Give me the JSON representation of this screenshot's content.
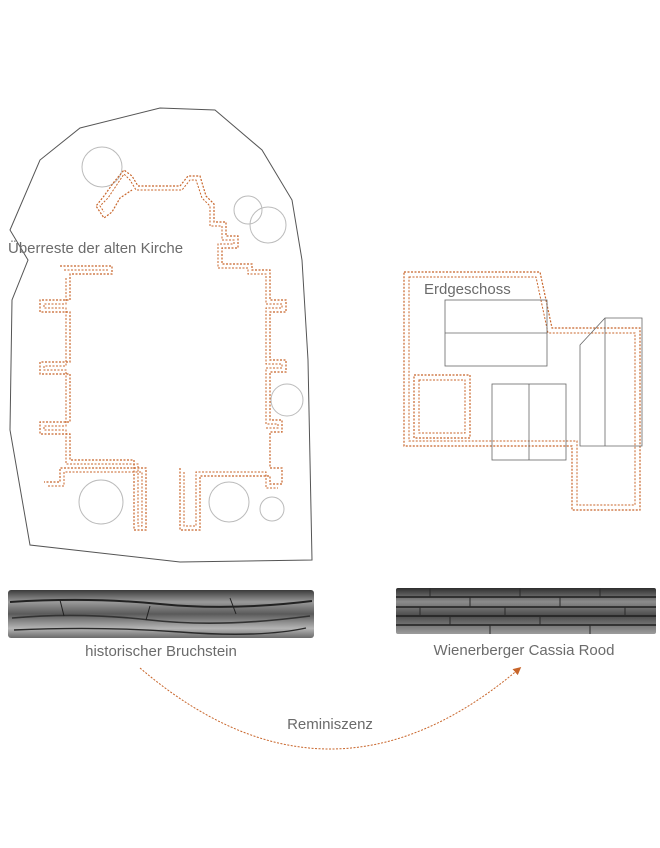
{
  "labels": {
    "ruins": "Überreste der alten Kirche",
    "ground_floor": "Erdgeschoss",
    "stone_old": "historischer Bruchstein",
    "stone_new": "Wienerberger Cassia Rood",
    "arrow": "Reminiszenz"
  },
  "colors": {
    "accent": "#c8652a",
    "outline": "#555555",
    "text": "#6b6b6b",
    "tree": "#bbbbbb"
  }
}
